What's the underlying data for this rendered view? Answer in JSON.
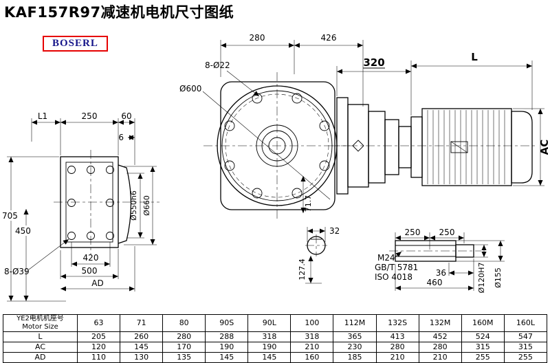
{
  "page": {
    "title": "KAF157R97减速机电机尺寸图纸",
    "brand": "BOSERL"
  },
  "dims": {
    "left_view": {
      "L1": "L1",
      "top250": "250",
      "top60": "60",
      "lip6": "6",
      "h705": "705",
      "h450": "450",
      "holes": "8-Ø39",
      "w420": "420",
      "w500": "500",
      "AD": "AD",
      "spigot": "Ø550h6",
      "flange": "Ø660"
    },
    "front_view": {
      "w280": "280",
      "w426": "426",
      "holes": "8-Ø22",
      "dia": "Ø600",
      "off717": "71.7"
    },
    "side_view": {
      "len320": "320",
      "L": "L",
      "AC": "AC"
    },
    "key_section": {
      "w32": "32",
      "h1274": "127.4"
    },
    "shaft": {
      "seg250a": "250",
      "seg250b": "250",
      "thread": "M24",
      "std1": "GB/T 5781",
      "std2": "ISO 4018",
      "len36": "36",
      "len460": "460",
      "bore": "Ø120H7",
      "dia155": "Ø155"
    }
  },
  "table": {
    "header_cn": "YE2电机机座号",
    "header_en": "Motor Size",
    "columns": [
      "63",
      "71",
      "80",
      "90S",
      "90L",
      "100",
      "112M",
      "132S",
      "132M",
      "160M",
      "160L"
    ],
    "rows": [
      {
        "label": "L",
        "values": [
          "205",
          "260",
          "280",
          "288",
          "318",
          "318",
          "365",
          "413",
          "452",
          "524",
          "547"
        ]
      },
      {
        "label": "AC",
        "values": [
          "120",
          "145",
          "170",
          "190",
          "190",
          "210",
          "230",
          "280",
          "280",
          "315",
          "315"
        ]
      },
      {
        "label": "AD",
        "values": [
          "110",
          "130",
          "135",
          "145",
          "145",
          "160",
          "185",
          "210",
          "210",
          "255",
          "255"
        ]
      }
    ]
  }
}
